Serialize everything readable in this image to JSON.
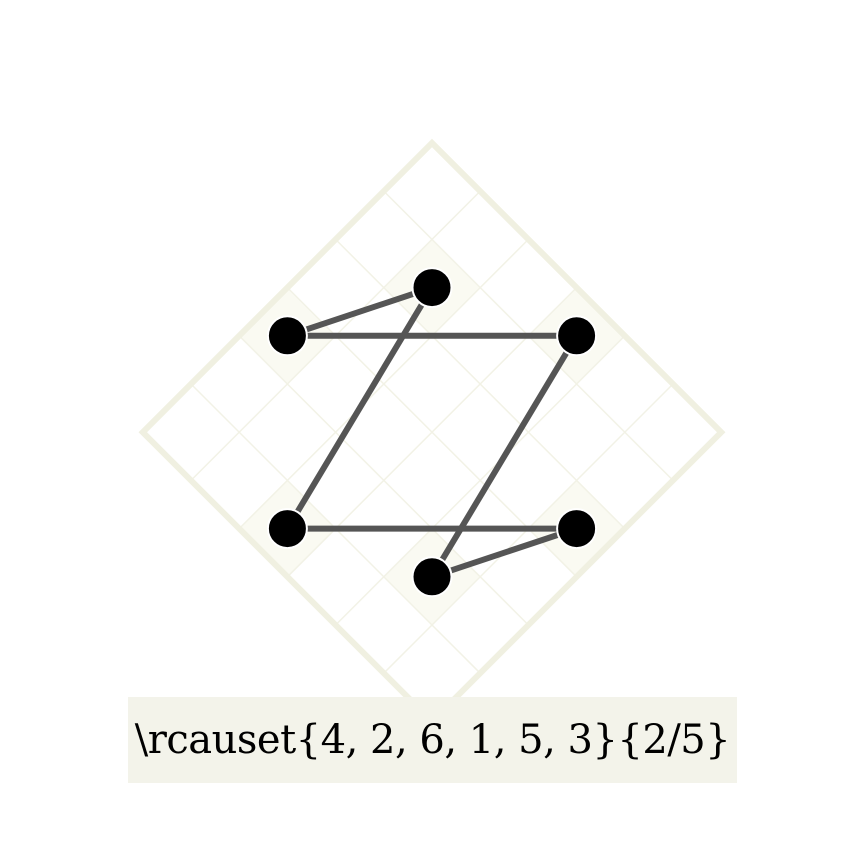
{
  "diagram": {
    "caption": "\\rcauset{4, 2, 6, 1, 5, 3}{2/5}",
    "permutation": [
      4,
      2,
      6,
      1,
      5,
      3
    ],
    "grid_size": 6,
    "highlight": "2/5",
    "nodes": [
      {
        "id": "e1",
        "i": 1,
        "j": 4
      },
      {
        "id": "e2",
        "i": 2,
        "j": 2
      },
      {
        "id": "e3",
        "i": 3,
        "j": 6
      },
      {
        "id": "e4",
        "i": 4,
        "j": 1
      },
      {
        "id": "e5",
        "i": 5,
        "j": 5
      },
      {
        "id": "e6",
        "i": 6,
        "j": 3
      }
    ],
    "links": [
      {
        "from": "e2",
        "to": "e1"
      },
      {
        "from": "e2",
        "to": "e3"
      },
      {
        "from": "e4",
        "to": "e1"
      },
      {
        "from": "e4",
        "to": "e5"
      },
      {
        "from": "e6",
        "to": "e3"
      },
      {
        "from": "e6",
        "to": "e5"
      }
    ],
    "colors": {
      "grid_line": "#f2f2e6",
      "grid_border": "#f0f0e1",
      "highlight_cell": "#fafaf2",
      "link": "#555555",
      "node": "#000000",
      "node_outline": "#ffffff",
      "caption_bg": "#f3f3ea"
    }
  }
}
